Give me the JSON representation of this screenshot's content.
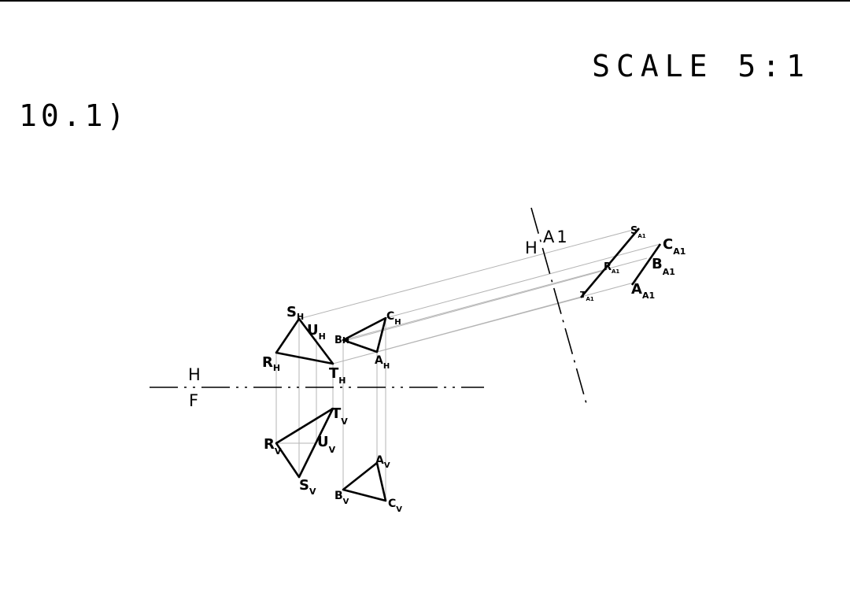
{
  "header": {
    "scale": "SCALE 5:1",
    "problem_number": "10.1)"
  },
  "fold_lines": {
    "hf_top": "H",
    "hf_bottom": "F",
    "ha1_left": "H",
    "ha1_right": "A1"
  },
  "points": {
    "S_H": {
      "base": "S",
      "sub": "H"
    },
    "U_H": {
      "base": "U",
      "sub": "H"
    },
    "R_H": {
      "base": "R",
      "sub": "H"
    },
    "T_H": {
      "base": "T",
      "sub": "H"
    },
    "B_H": {
      "base": "B",
      "sub": "H"
    },
    "C_H": {
      "base": "C",
      "sub": "H"
    },
    "A_H": {
      "base": "A",
      "sub": "H"
    },
    "R_V": {
      "base": "R",
      "sub": "V"
    },
    "T_V": {
      "base": "T",
      "sub": "V"
    },
    "U_V": {
      "base": "U",
      "sub": "V"
    },
    "S_V": {
      "base": "S",
      "sub": "V"
    },
    "A_V": {
      "base": "A",
      "sub": "V"
    },
    "B_V": {
      "base": "B",
      "sub": "V"
    },
    "C_V": {
      "base": "C",
      "sub": "V"
    },
    "S_A1": {
      "base": "S",
      "sub": "A1"
    },
    "R_A1": {
      "base": "R",
      "sub": "A1"
    },
    "T_A1": {
      "base": "T",
      "sub": "A1"
    },
    "C_A1": {
      "base": "C",
      "sub": "A1"
    },
    "B_A1": {
      "base": "B",
      "sub": "A1"
    },
    "A_A1": {
      "base": "A",
      "sub": "A1"
    }
  }
}
